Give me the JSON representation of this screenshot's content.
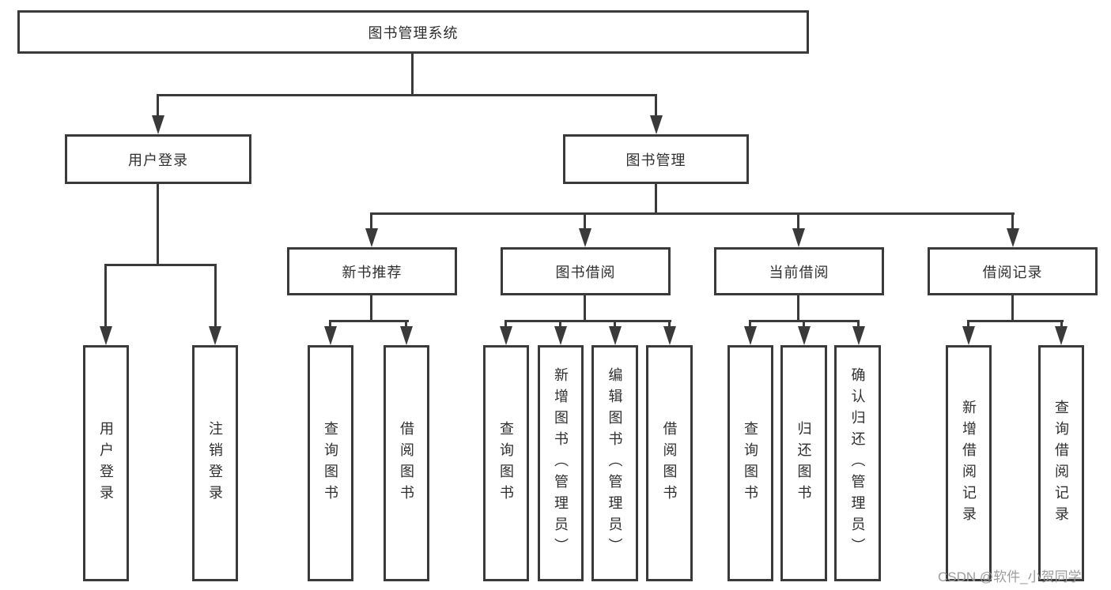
{
  "tree": {
    "root": {
      "label": "图书管理系统",
      "children": [
        {
          "label": "用户登录",
          "children": [
            {
              "label": "用户登录"
            },
            {
              "label": "注销登录"
            }
          ]
        },
        {
          "label": "图书管理",
          "children": [
            {
              "label": "新书推荐",
              "children": [
                {
                  "label": "查询图书"
                },
                {
                  "label": "借阅图书"
                }
              ]
            },
            {
              "label": "图书借阅",
              "children": [
                {
                  "label": "查询图书"
                },
                {
                  "label": "新增图书（管理员）"
                },
                {
                  "label": "编辑图书（管理员）"
                },
                {
                  "label": "借阅图书"
                }
              ]
            },
            {
              "label": "当前借阅",
              "children": [
                {
                  "label": "查询图书"
                },
                {
                  "label": "归还图书"
                },
                {
                  "label": "确认归还（管理员）"
                }
              ]
            },
            {
              "label": "借阅记录",
              "children": [
                {
                  "label": "新增借阅记录"
                },
                {
                  "label": "查询借阅记录"
                }
              ]
            }
          ]
        }
      ]
    }
  },
  "watermark": "CSDN @软件_小贺同学",
  "colors": {
    "line": "#3a3a3a",
    "text": "#2f2f2f",
    "watermark": "#9c9c9c",
    "background": "#ffffff"
  }
}
